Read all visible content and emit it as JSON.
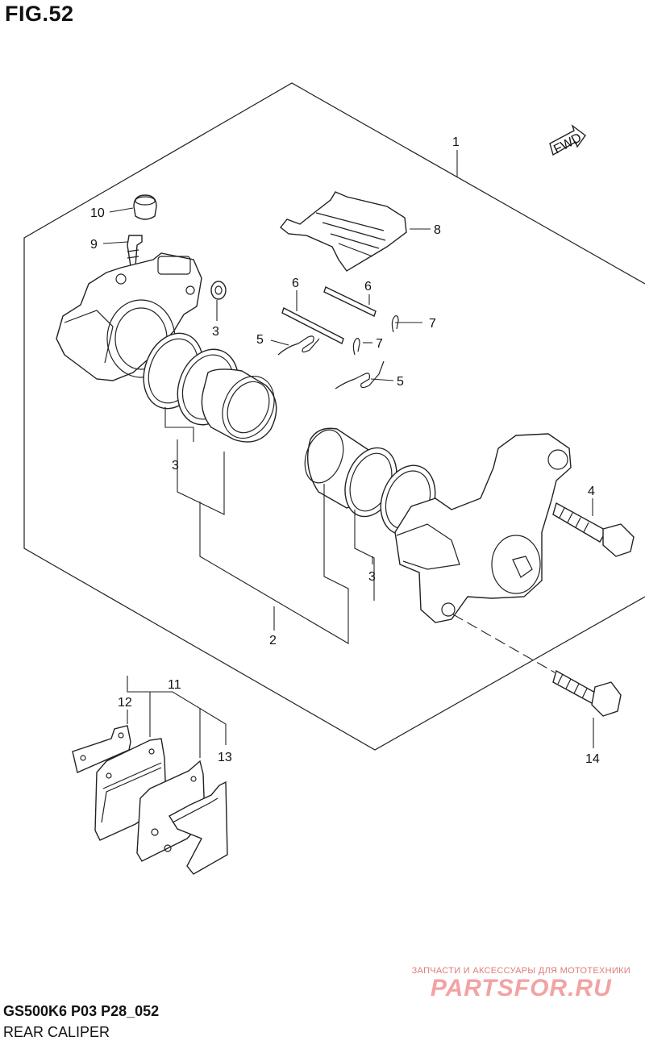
{
  "figure": {
    "title": "FIG.52"
  },
  "direction_badge": "FWD",
  "callouts": {
    "c1": "1",
    "c2": "2",
    "c3a": "3",
    "c3b": "3",
    "c3c": "3",
    "c4": "4",
    "c5a": "5",
    "c5b": "5",
    "c6a": "6",
    "c6b": "6",
    "c7a": "7",
    "c7b": "7",
    "c8": "8",
    "c9": "9",
    "c10": "10",
    "c11": "11",
    "c12": "12",
    "c13": "13",
    "c14": "14"
  },
  "watermark": {
    "caption": "ЗАПЧАСТИ И АКСЕССУАРЫ ДЛЯ МОТОТЕХНИКИ",
    "logo": "PARTSFOR.RU"
  },
  "footer": {
    "code": "GS500K6 P03 P28_052",
    "name": "REAR CALIPER"
  },
  "colors": {
    "line": "#222222",
    "watermark": "#f2a3a3"
  }
}
